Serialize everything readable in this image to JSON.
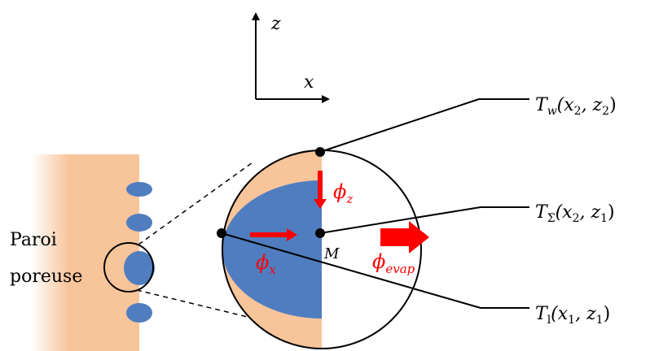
{
  "axes": {
    "z_label": "z",
    "x_label": "x"
  },
  "wall": {
    "label_line1": "Paroi",
    "label_line2": "poreuse"
  },
  "point_label": "M",
  "fluxes": {
    "phi_z": {
      "symbol": "ϕ",
      "sub": "z"
    },
    "phi_x": {
      "symbol": "ϕ",
      "sub": "x"
    },
    "phi_evap": {
      "symbol": "ϕ",
      "sub": "evap"
    }
  },
  "temperatures": {
    "Tw": {
      "T": "T",
      "sub": "w",
      "args": "(x",
      "a1": "2",
      "comma": ", z",
      "a2": "2",
      "close": ")"
    },
    "Tsigma": {
      "T": "T",
      "sub": "Σ",
      "args": "(x",
      "a1": "2",
      "comma": ", z",
      "a2": "1",
      "close": ")"
    },
    "Tl": {
      "T": "T",
      "sub": "l",
      "args": "(x",
      "a1": "1",
      "comma": ", z",
      "a2": "1",
      "close": ")"
    }
  },
  "colors": {
    "wall": "#f8c49a",
    "liquid": "#4f7dc0",
    "flux": "#ff0000",
    "line": "#000000"
  }
}
